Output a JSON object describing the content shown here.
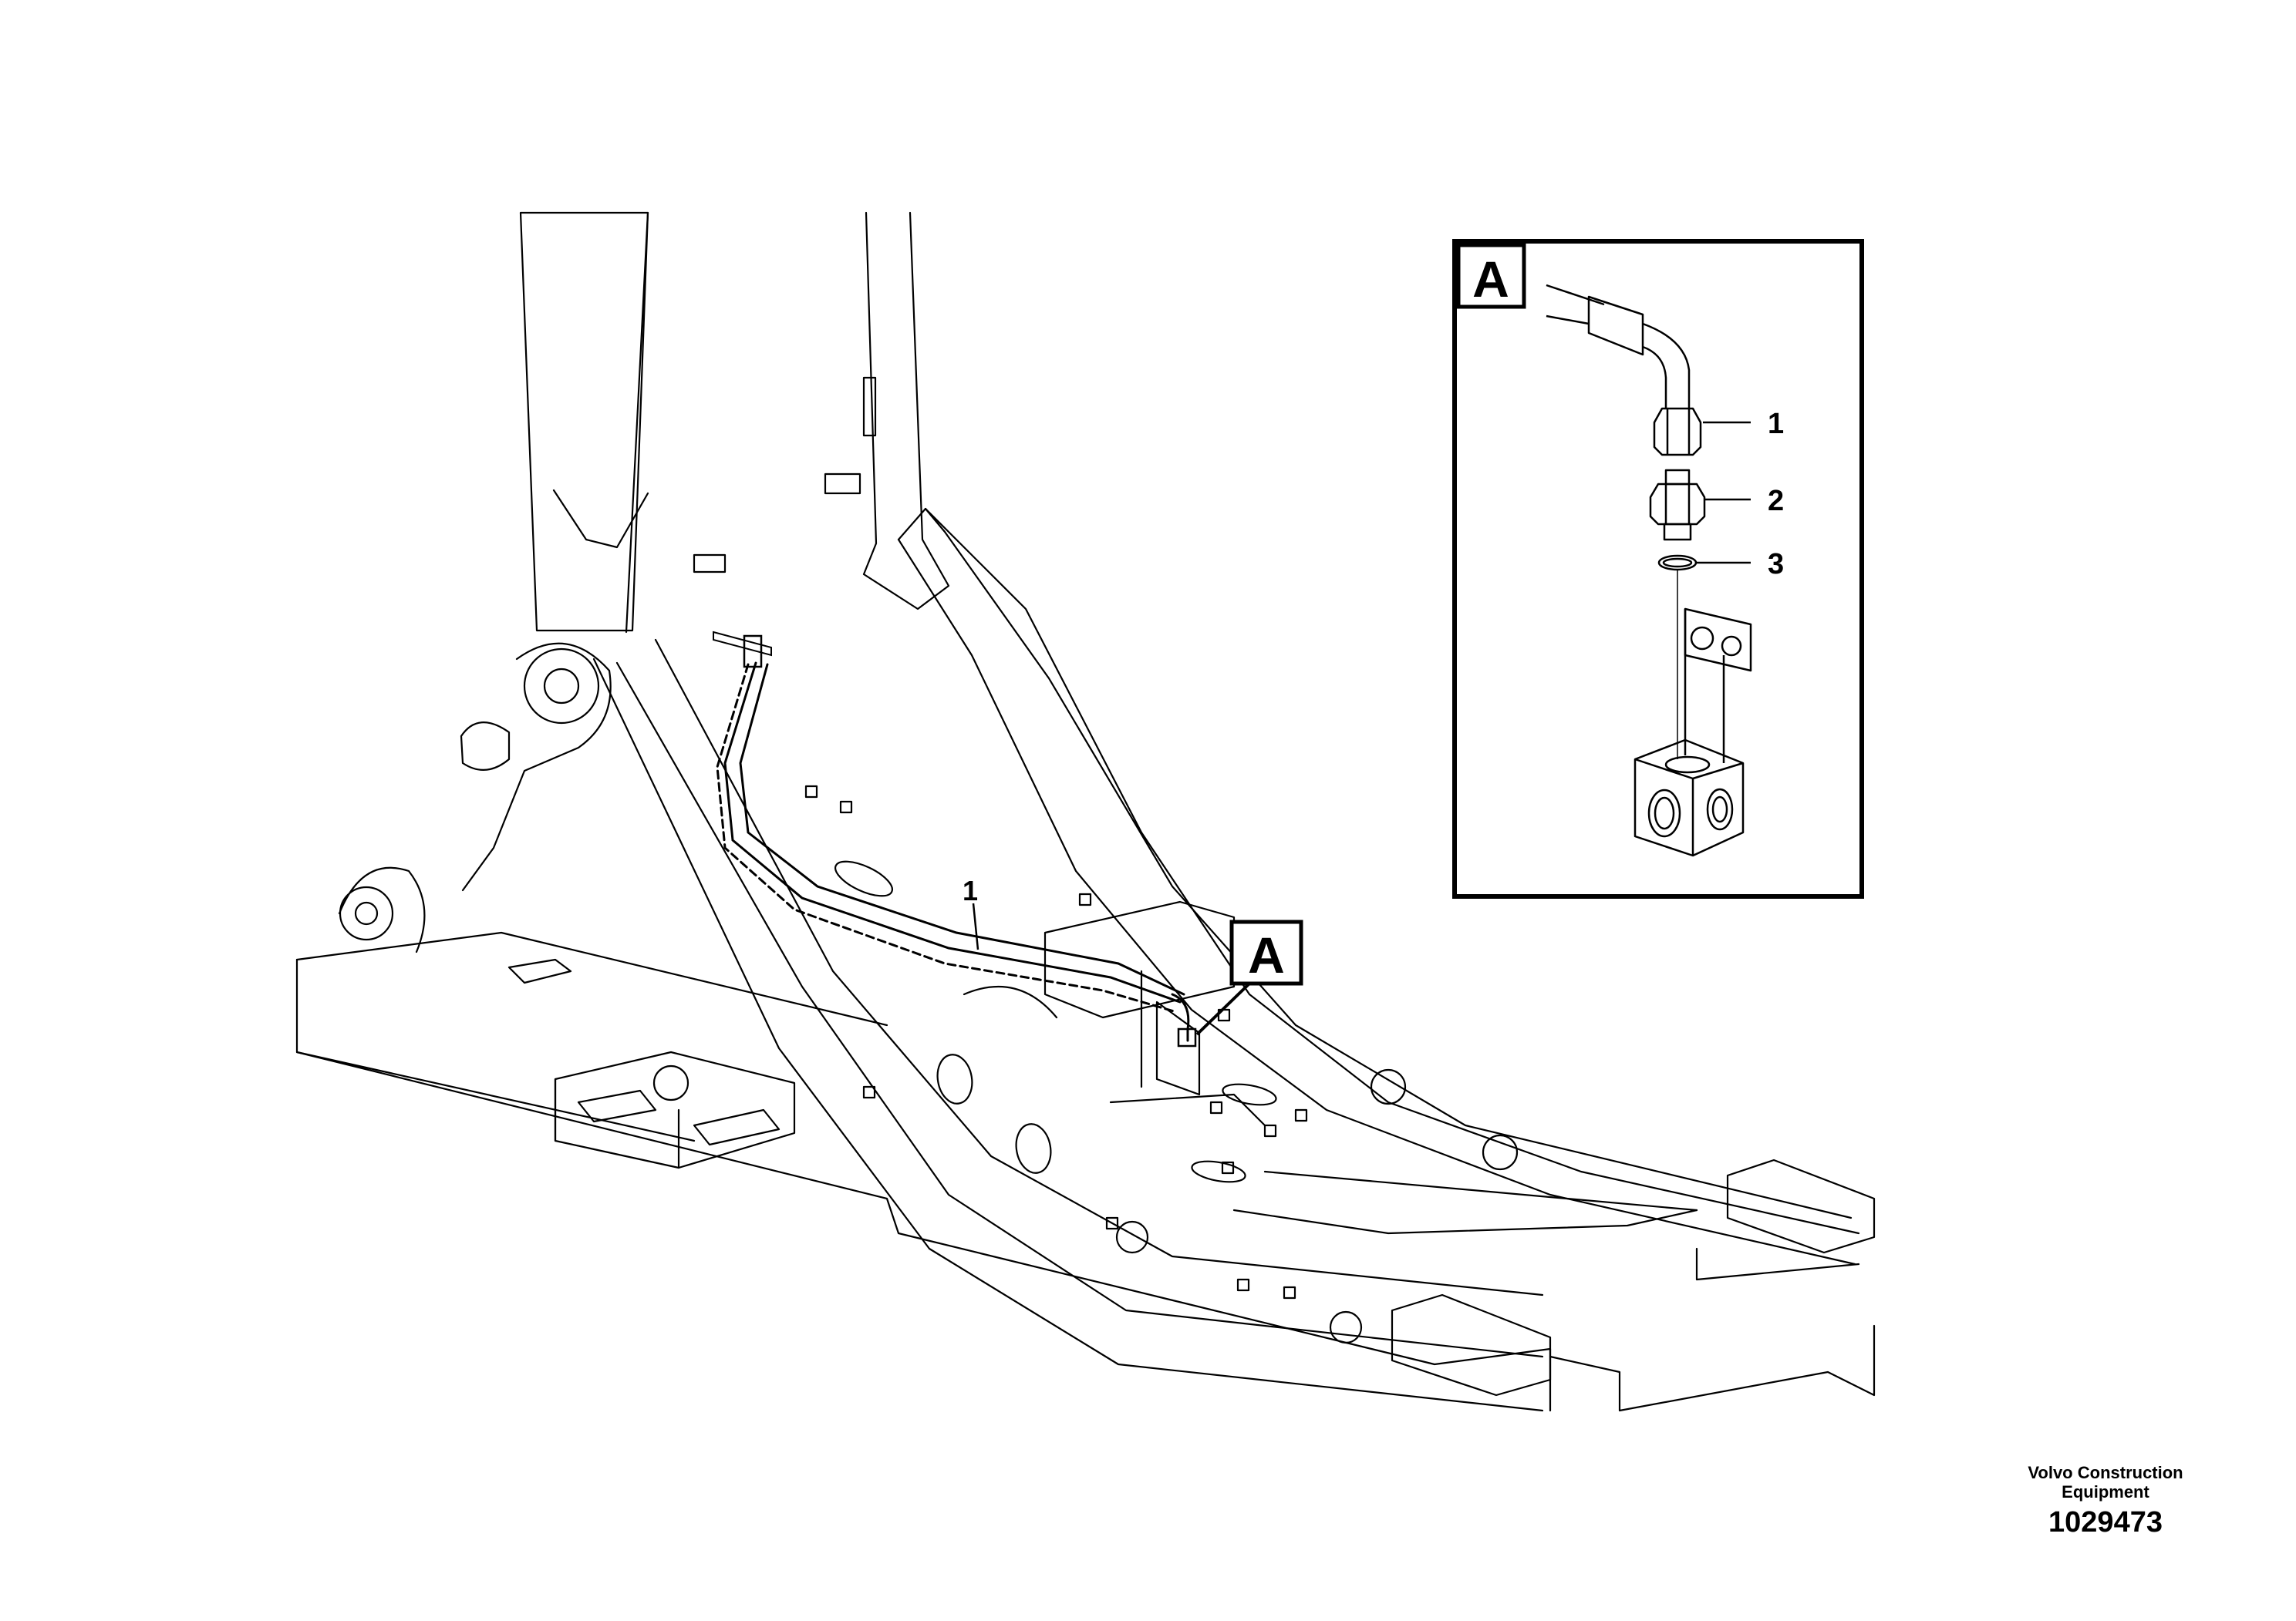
{
  "main_view": {
    "callout_hose": "1",
    "detail_flag": "A"
  },
  "detail_view": {
    "label": "A",
    "callouts": [
      "1",
      "2",
      "3"
    ]
  },
  "footer": {
    "company_line1": "Volvo Construction",
    "company_line2": "Equipment",
    "drawing_number": "1029473"
  }
}
